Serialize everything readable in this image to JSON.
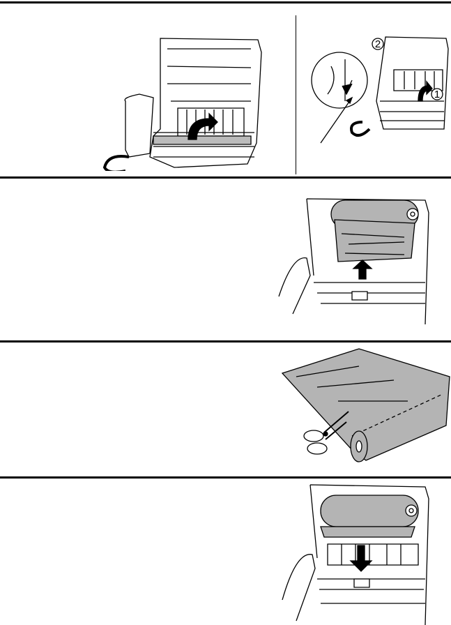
{
  "steps": [
    {
      "figure": "fax-open-cover-lift-plate"
    },
    {
      "figure": "fax-release-lever-detail",
      "callouts": [
        "2",
        "1"
      ]
    },
    {
      "figure": "remove-paper-roll"
    },
    {
      "figure": "cut-paper-roll"
    },
    {
      "figure": "insert-paper-roll"
    }
  ],
  "colors": {
    "rule": "#000000",
    "paper": "#b4b4b4",
    "ink": "#000000"
  }
}
